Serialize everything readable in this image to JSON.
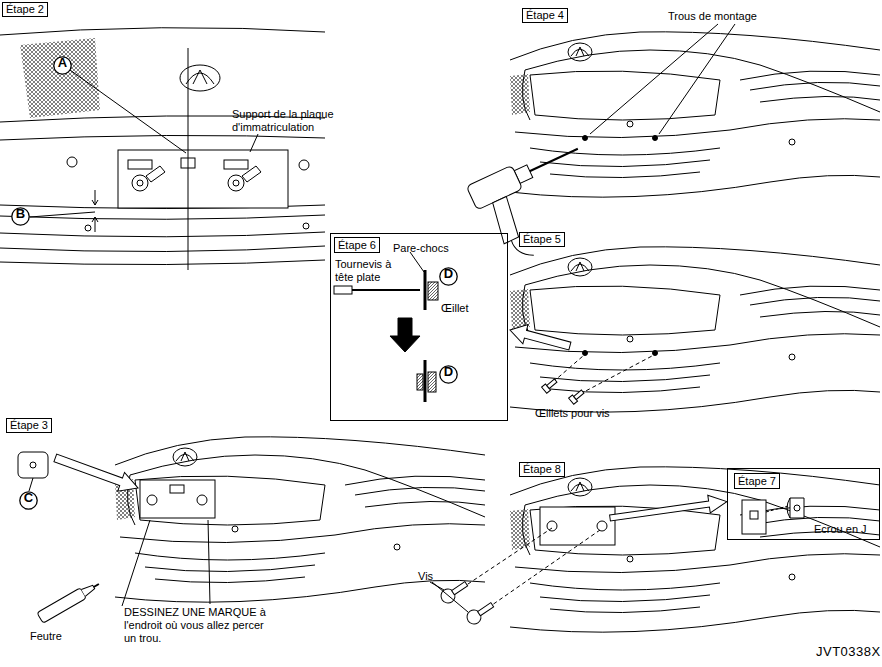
{
  "diagram": {
    "nodes": [
      {
        "text": [
          "Étape 2"
        ]
      },
      {
        "text": [
          "A"
        ]
      },
      {
        "text": [
          "B"
        ]
      },
      {
        "text": [
          "Étape 4"
        ]
      },
      {
        "text": [
          "Étape 6",
          "Tournevis à tête plate",
          "Pare-chocs",
          "Œillet"
        ]
      },
      {
        "text": [
          "D"
        ],
        "in": 4
      },
      {
        "text": [
          "D"
        ],
        "in": 4
      },
      {
        "text": [
          "Étape 5"
        ]
      },
      {
        "text": [
          "Étape 3"
        ]
      },
      {
        "text": [
          "C"
        ]
      },
      {
        "text": [
          "Étape 8"
        ]
      },
      {
        "text": [
          "Étape 7",
          "Ecrou en J"
        ]
      }
    ],
    "labels": [
      "Support de la plaque d'immatriculation",
      "Trous de montage",
      "Œillets pour vis",
      "Feutre",
      "DESSINEZ UNE MARQUE à l'endroit où vous allez percer un trou.",
      "Vis",
      "JVT0338X"
    ]
  }
}
